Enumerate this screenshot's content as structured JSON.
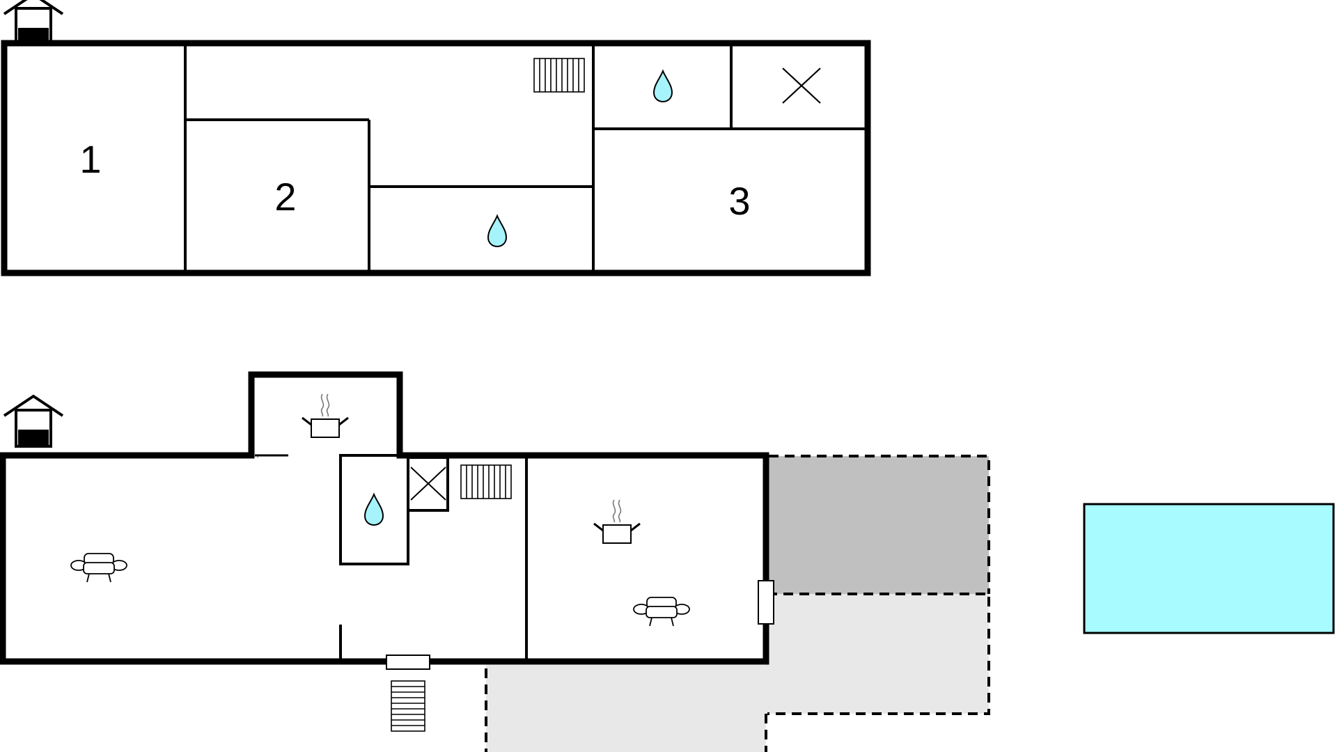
{
  "floors": [
    {
      "id": "upper-floor",
      "rooms": [
        {
          "id": "bedroom-1",
          "label": "1"
        },
        {
          "id": "bedroom-2",
          "label": "2"
        },
        {
          "id": "bedroom-3",
          "label": "3"
        }
      ],
      "icons": [
        "floor-indicator-icon",
        "staircase-icon",
        "shower-icon",
        "toilet-icon"
      ]
    },
    {
      "id": "ground-floor",
      "icons": [
        "floor-indicator-icon",
        "kitchen-icon",
        "sofa-icon",
        "shower-icon",
        "toilet-icon",
        "staircase-icon",
        "door-icon",
        "entrance-steps-icon"
      ]
    }
  ],
  "outdoor": {
    "covered_terrace": "covered-terrace",
    "terraces": [
      "terrace-east",
      "terrace-south"
    ],
    "pool": "swimming-pool"
  },
  "colors": {
    "wall": "#000000",
    "water": "#a6f3fb",
    "pool": "#a8fcff",
    "covered_terrace": "#c0c0c0",
    "terrace": "#e8e8e8"
  }
}
